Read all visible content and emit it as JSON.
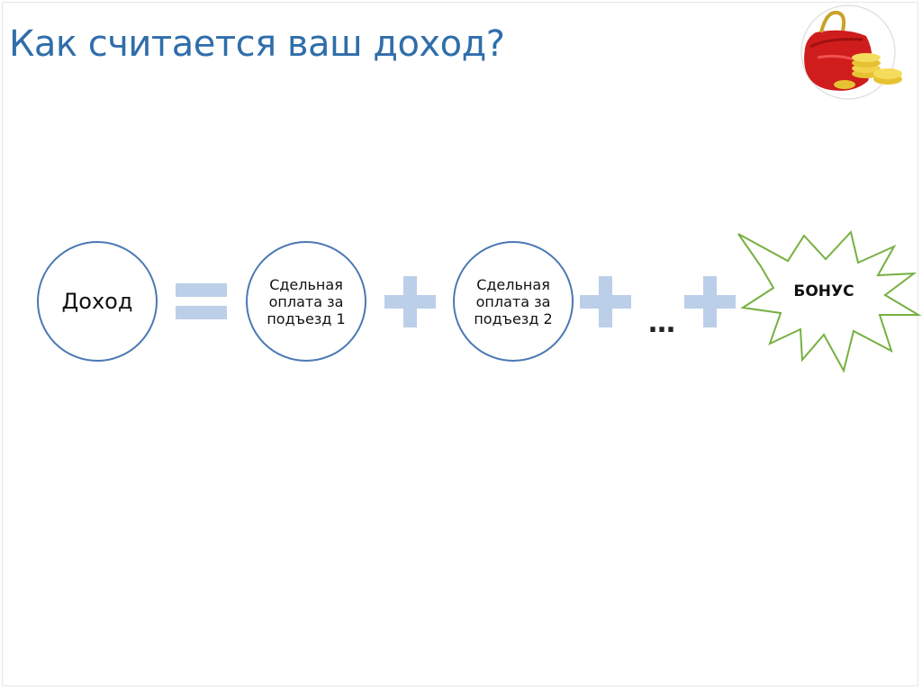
{
  "slide": {
    "title": "Как считается ваш доход?"
  },
  "formula": {
    "income_label": "Доход",
    "term1_label": "Сдельная оплата за подъезд 1",
    "term2_label": "Сдельная оплата за подъезд 2",
    "ellipsis": "…",
    "bonus_label": "БОНУС",
    "operators": [
      "=",
      "+",
      "+",
      "+"
    ]
  },
  "colors": {
    "title": "#2f6eaa",
    "circle_border": "#4a79b3",
    "operator": "#bccfe9",
    "burst_border": "#76b041"
  },
  "icons": {
    "purse": "red-purse-with-coins-icon"
  }
}
